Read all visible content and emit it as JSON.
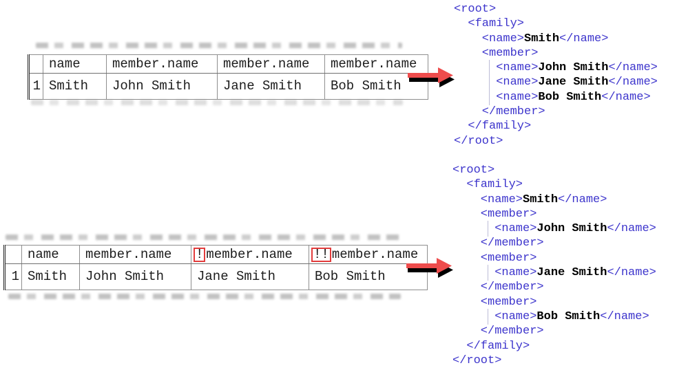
{
  "colors": {
    "xml_tag_color": "#3d35cc",
    "alert_red": "#e23b3b",
    "arrow_red": "#ee4c4c",
    "arrow_shadow": "#000000",
    "grid_border": "#8e8e8e"
  },
  "top": {
    "table": {
      "columns": [
        {
          "label": "name",
          "marker": ""
        },
        {
          "label": "member.name",
          "marker": ""
        },
        {
          "label": "member.name",
          "marker": ""
        },
        {
          "label": "member.name",
          "marker": ""
        }
      ],
      "rows": [
        {
          "num": "1",
          "cells": [
            "Smith",
            "John Smith",
            "Jane Smith",
            "Bob Smith"
          ]
        }
      ]
    },
    "xml": [
      {
        "i": 0,
        "g": 0,
        "s": [
          [
            "t",
            "<root>"
          ]
        ]
      },
      {
        "i": 1,
        "g": 0,
        "s": [
          [
            "t",
            "<family>"
          ]
        ]
      },
      {
        "i": 2,
        "g": 0,
        "s": [
          [
            "t",
            "<name>"
          ],
          [
            "b",
            "Smith"
          ],
          [
            "t",
            "</name>"
          ]
        ]
      },
      {
        "i": 2,
        "g": 0,
        "s": [
          [
            "t",
            "<member>"
          ]
        ]
      },
      {
        "i": 3,
        "g": 1,
        "s": [
          [
            "t",
            "<name>"
          ],
          [
            "b",
            "John Smith"
          ],
          [
            "t",
            "</name>"
          ]
        ]
      },
      {
        "i": 3,
        "g": 1,
        "s": [
          [
            "t",
            "<name>"
          ],
          [
            "b",
            "Jane Smith"
          ],
          [
            "t",
            "</name>"
          ]
        ]
      },
      {
        "i": 3,
        "g": 1,
        "s": [
          [
            "t",
            "<name>"
          ],
          [
            "b",
            "Bob Smith"
          ],
          [
            "t",
            "</name>"
          ]
        ]
      },
      {
        "i": 2,
        "g": 0,
        "s": [
          [
            "t",
            "</member>"
          ]
        ]
      },
      {
        "i": 1,
        "g": 0,
        "s": [
          [
            "t",
            "</family>"
          ]
        ]
      },
      {
        "i": 0,
        "g": 0,
        "s": [
          [
            "t",
            "</root>"
          ]
        ]
      }
    ]
  },
  "bottom": {
    "table": {
      "columns": [
        {
          "label": "name",
          "marker": ""
        },
        {
          "label": "member.name",
          "marker": ""
        },
        {
          "label": "member.name",
          "marker": "!"
        },
        {
          "label": "member.name",
          "marker": "!!"
        }
      ],
      "rows": [
        {
          "num": "1",
          "cells": [
            "Smith",
            "John Smith",
            "Jane Smith",
            "Bob Smith"
          ]
        }
      ]
    },
    "xml": [
      {
        "i": 0,
        "g": 0,
        "s": [
          [
            "t",
            "<root>"
          ]
        ]
      },
      {
        "i": 1,
        "g": 0,
        "s": [
          [
            "t",
            "<family>"
          ]
        ]
      },
      {
        "i": 2,
        "g": 0,
        "s": [
          [
            "t",
            "<name>"
          ],
          [
            "b",
            "Smith"
          ],
          [
            "t",
            "</name>"
          ]
        ]
      },
      {
        "i": 2,
        "g": 0,
        "s": [
          [
            "t",
            "<member>"
          ]
        ]
      },
      {
        "i": 3,
        "g": 1,
        "s": [
          [
            "t",
            "<name>"
          ],
          [
            "b",
            "John Smith"
          ],
          [
            "t",
            "</name>"
          ]
        ]
      },
      {
        "i": 2,
        "g": 0,
        "s": [
          [
            "t",
            "</member>"
          ]
        ]
      },
      {
        "i": 2,
        "g": 0,
        "s": [
          [
            "t",
            "<member>"
          ]
        ]
      },
      {
        "i": 3,
        "g": 1,
        "s": [
          [
            "t",
            "<name>"
          ],
          [
            "b",
            "Jane Smith"
          ],
          [
            "t",
            "</name>"
          ]
        ]
      },
      {
        "i": 2,
        "g": 0,
        "s": [
          [
            "t",
            "</member>"
          ]
        ]
      },
      {
        "i": 2,
        "g": 0,
        "s": [
          [
            "t",
            "<member>"
          ]
        ]
      },
      {
        "i": 3,
        "g": 1,
        "s": [
          [
            "t",
            "<name>"
          ],
          [
            "b",
            "Bob Smith"
          ],
          [
            "t",
            "</name>"
          ]
        ]
      },
      {
        "i": 2,
        "g": 0,
        "s": [
          [
            "t",
            "</member>"
          ]
        ]
      },
      {
        "i": 1,
        "g": 0,
        "s": [
          [
            "t",
            "</family>"
          ]
        ]
      },
      {
        "i": 0,
        "g": 0,
        "s": [
          [
            "t",
            "</root>"
          ]
        ]
      }
    ]
  }
}
